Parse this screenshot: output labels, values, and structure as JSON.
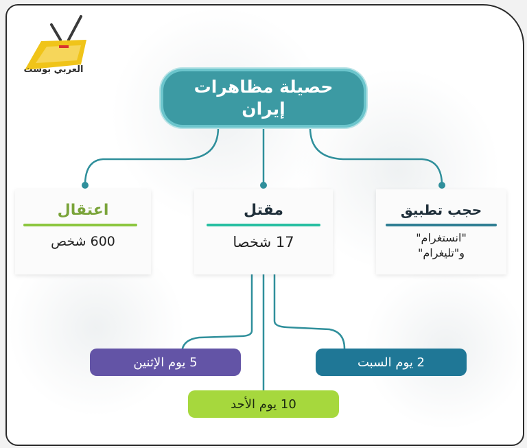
{
  "brand": {
    "logo_text": "العربي بوست"
  },
  "title": {
    "line1": "حصيلة مظاهرات",
    "line2": "إيران"
  },
  "categories": [
    {
      "label": "حجب تطبيق",
      "detail_line1": "\"انستغرام\"",
      "detail_line2": "و\"تليغرام\"",
      "accent": "#2f7e93"
    },
    {
      "label": "مقتل",
      "detail": "17 شخصا",
      "accent": "#27bfa1"
    },
    {
      "label": "اعتقال",
      "detail": "600 شخص",
      "accent": "#8cc63f"
    }
  ],
  "days": [
    {
      "label": "2 يوم السبت",
      "color": "#1f7796"
    },
    {
      "label": "5 يوم الإثنين",
      "color": "#6354a6"
    },
    {
      "label": "10 يوم الأحد",
      "color": "#a6d83d"
    }
  ],
  "colors": {
    "title_fill": "#3c9aa3",
    "connector": "#2f8f9b"
  }
}
